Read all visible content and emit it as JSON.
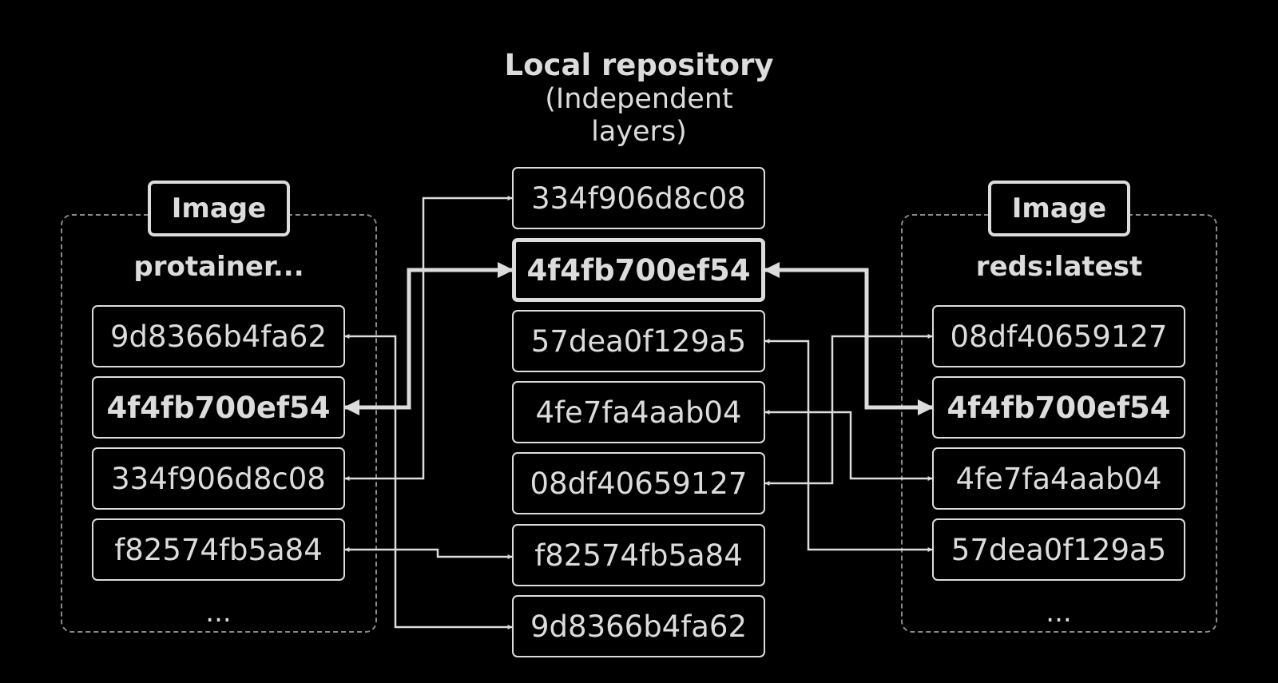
{
  "repository": {
    "title": "Local repository",
    "subtitle_line1": "(Independent",
    "subtitle_line2": "layers)",
    "layers": [
      "334f906d8c08",
      "4f4fb700ef54",
      "57dea0f129a5",
      "4fe7fa4aab04",
      "08df40659127",
      "f82574fb5a84",
      "9d8366b4fa62"
    ]
  },
  "left_image": {
    "badge": "Image",
    "name": "protainer...",
    "layers": [
      "9d8366b4fa62",
      "4f4fb700ef54",
      "334f906d8c08",
      "f82574fb5a84"
    ],
    "ellipsis": "..."
  },
  "right_image": {
    "badge": "Image",
    "name": "reds:latest",
    "layers": [
      "08df40659127",
      "4f4fb700ef54",
      "4fe7fa4aab04",
      "57dea0f129a5"
    ],
    "ellipsis": "..."
  },
  "colors": {
    "background": "#000000",
    "foreground": "#dcdcdc",
    "dashed_border": "#8a8a8a"
  }
}
